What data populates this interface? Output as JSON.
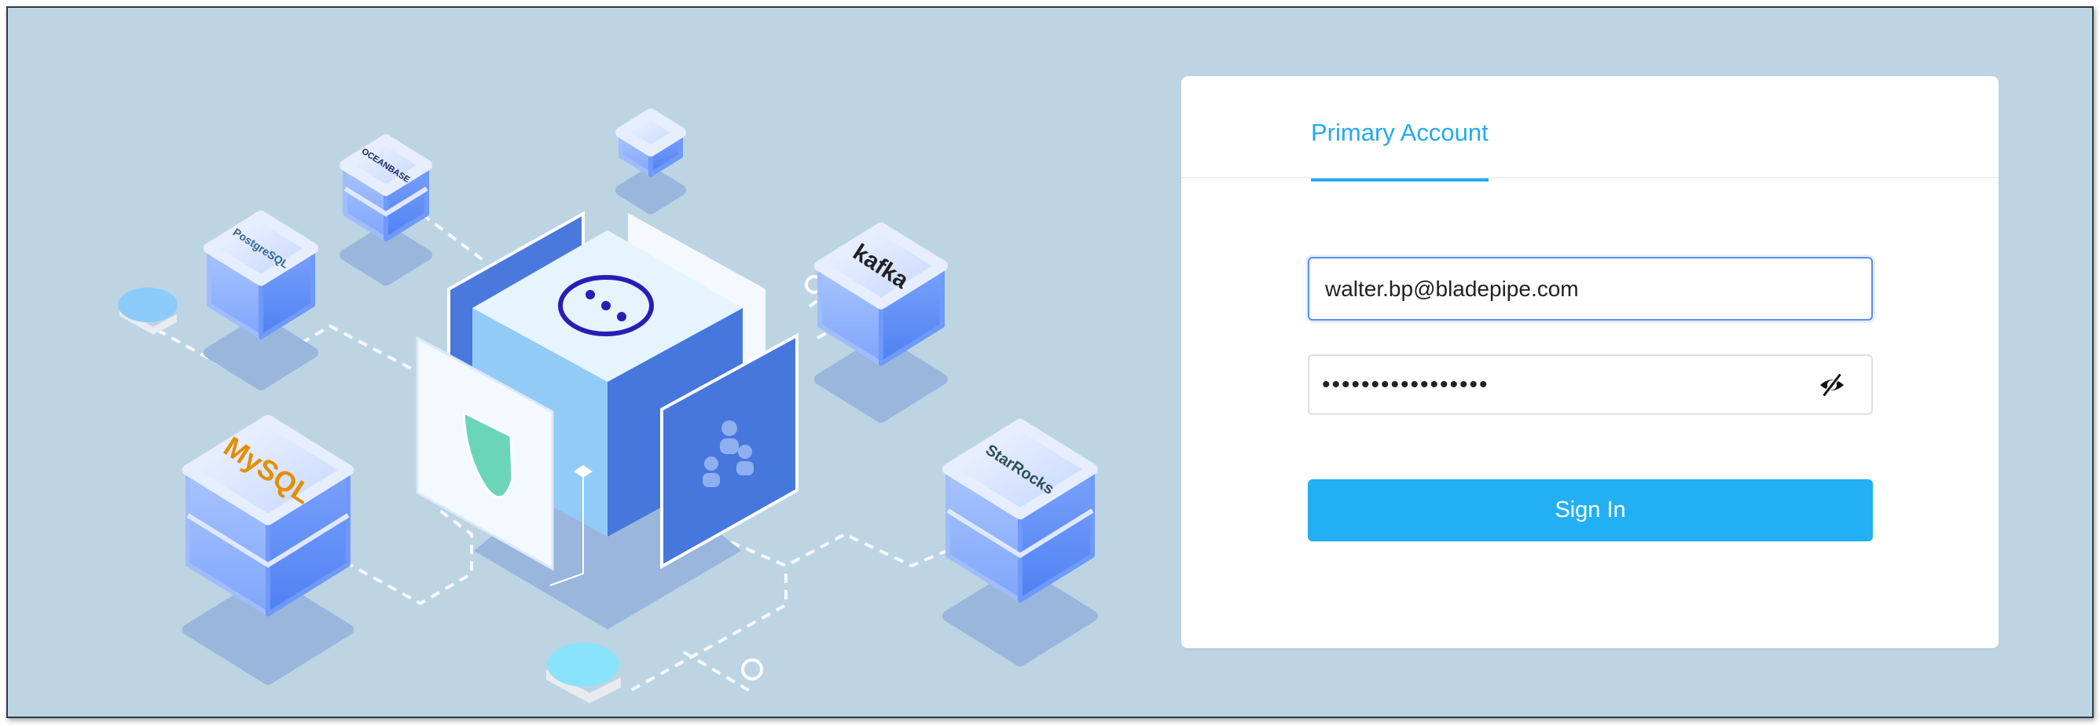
{
  "login": {
    "tab_label": "Primary Account",
    "email_value": "walter.bp@bladepipe.com",
    "password_value": "•••••••••••••••••",
    "sign_in_label": "Sign In",
    "toggle_icon": "eye-slash-icon"
  },
  "illustration": {
    "logos": [
      "PostgreSQL",
      "OCEANBASE",
      "kafka",
      "MySQL",
      "StarRocks"
    ]
  },
  "colors": {
    "background": "#bdd4e3",
    "accent": "#22b0f3",
    "tab_active": "#22aaf0",
    "focus_border": "#5b8df0"
  }
}
